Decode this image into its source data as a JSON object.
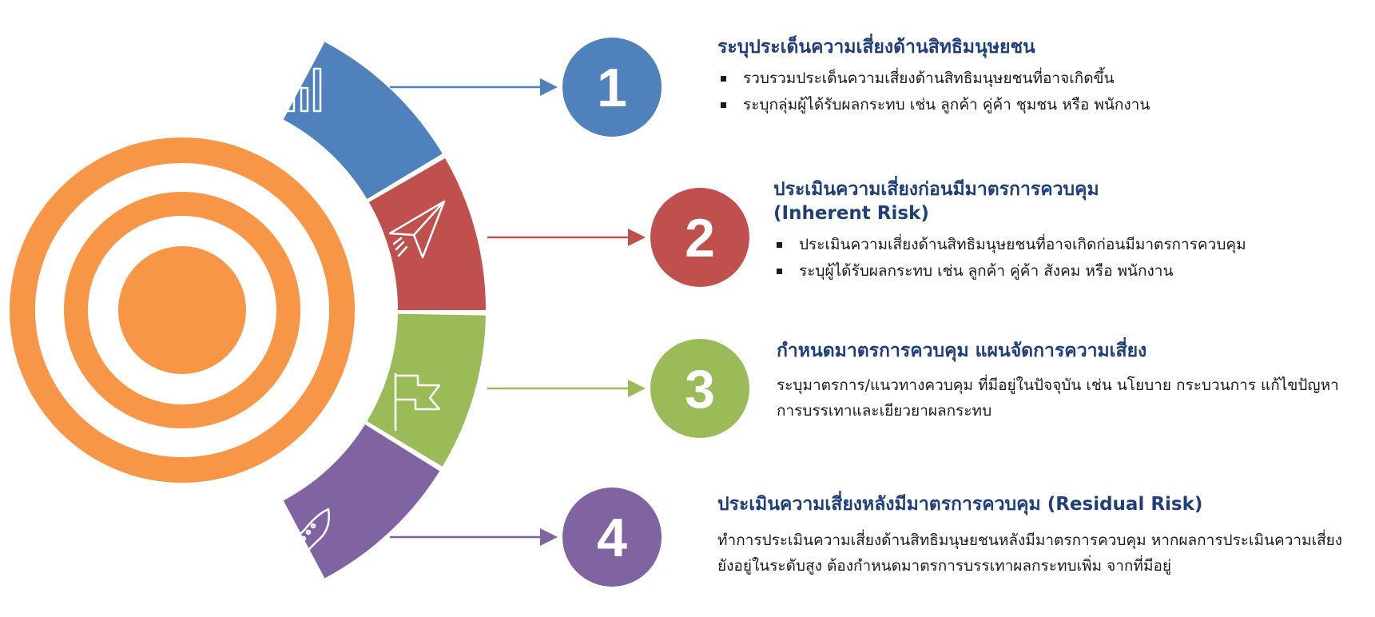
{
  "colors": {
    "blue": "#4f81bd",
    "red": "#c0504d",
    "green": "#9bbb59",
    "purple": "#8064a2",
    "orange": "#f79646",
    "title": "#1f3f7a"
  },
  "steps": [
    {
      "number": "1",
      "icon": "bar-chart-icon",
      "color": "#4f81bd",
      "title": [
        "ระบุประเด็นความเสี่ยงด้านสิทธิมนุษยชน"
      ],
      "bullets": [
        "รวบรวมประเด็นความเสี่ยงด้านสิทธิมนุษยชนที่อาจเกิดขึ้น",
        "ระบุกลุ่มผู้ได้รับผลกระทบ เช่น ลูกค้า คู่ค้า  ชุมชน หรือ พนักงาน"
      ]
    },
    {
      "number": "2",
      "icon": "paper-plane-icon",
      "color": "#c0504d",
      "title": [
        "ประเมินความเสี่ยงก่อนมีมาตรการควบคุม",
        "(Inherent Risk)"
      ],
      "bullets": [
        "ประเมินความเสี่ยงด้านสิทธิมนุษยชนที่อาจเกิดก่อนมีมาตรการควบคุม",
        "ระบุผู้ได้รับผลกระทบ เช่น ลูกค้า คู่ค้า  สังคม หรือ พนักงาน"
      ]
    },
    {
      "number": "3",
      "icon": "flag-icon",
      "color": "#9bbb59",
      "title": [
        "กำหนดมาตรการควบคุม แผนจัดการความเสี่ยง"
      ],
      "text": "ระบุมาตรการ/แนวทางควบคุม ที่มีอยู่ในปัจจุบัน เช่น นโยบาย กระบวนการ แก้ไขปัญหา การบรรเทาและเยียวยาผลกระทบ"
    },
    {
      "number": "4",
      "icon": "rocket-icon",
      "color": "#8064a2",
      "title": [
        "ประเมินความเสี่ยงหลังมีมาตรการควบคุม (Residual Risk)"
      ],
      "text": "ทำการประเมินความเสี่ยงด้านสิทธิมนุษยชนหลังมีมาตรการควบคุม หากผลการประเมินความเสี่ยงยังอยู่ในระดับสูง ต้องกำหนดมาตรการบรรเทาผลกระทบเพิ่ม จากที่มีอยู่"
    }
  ]
}
